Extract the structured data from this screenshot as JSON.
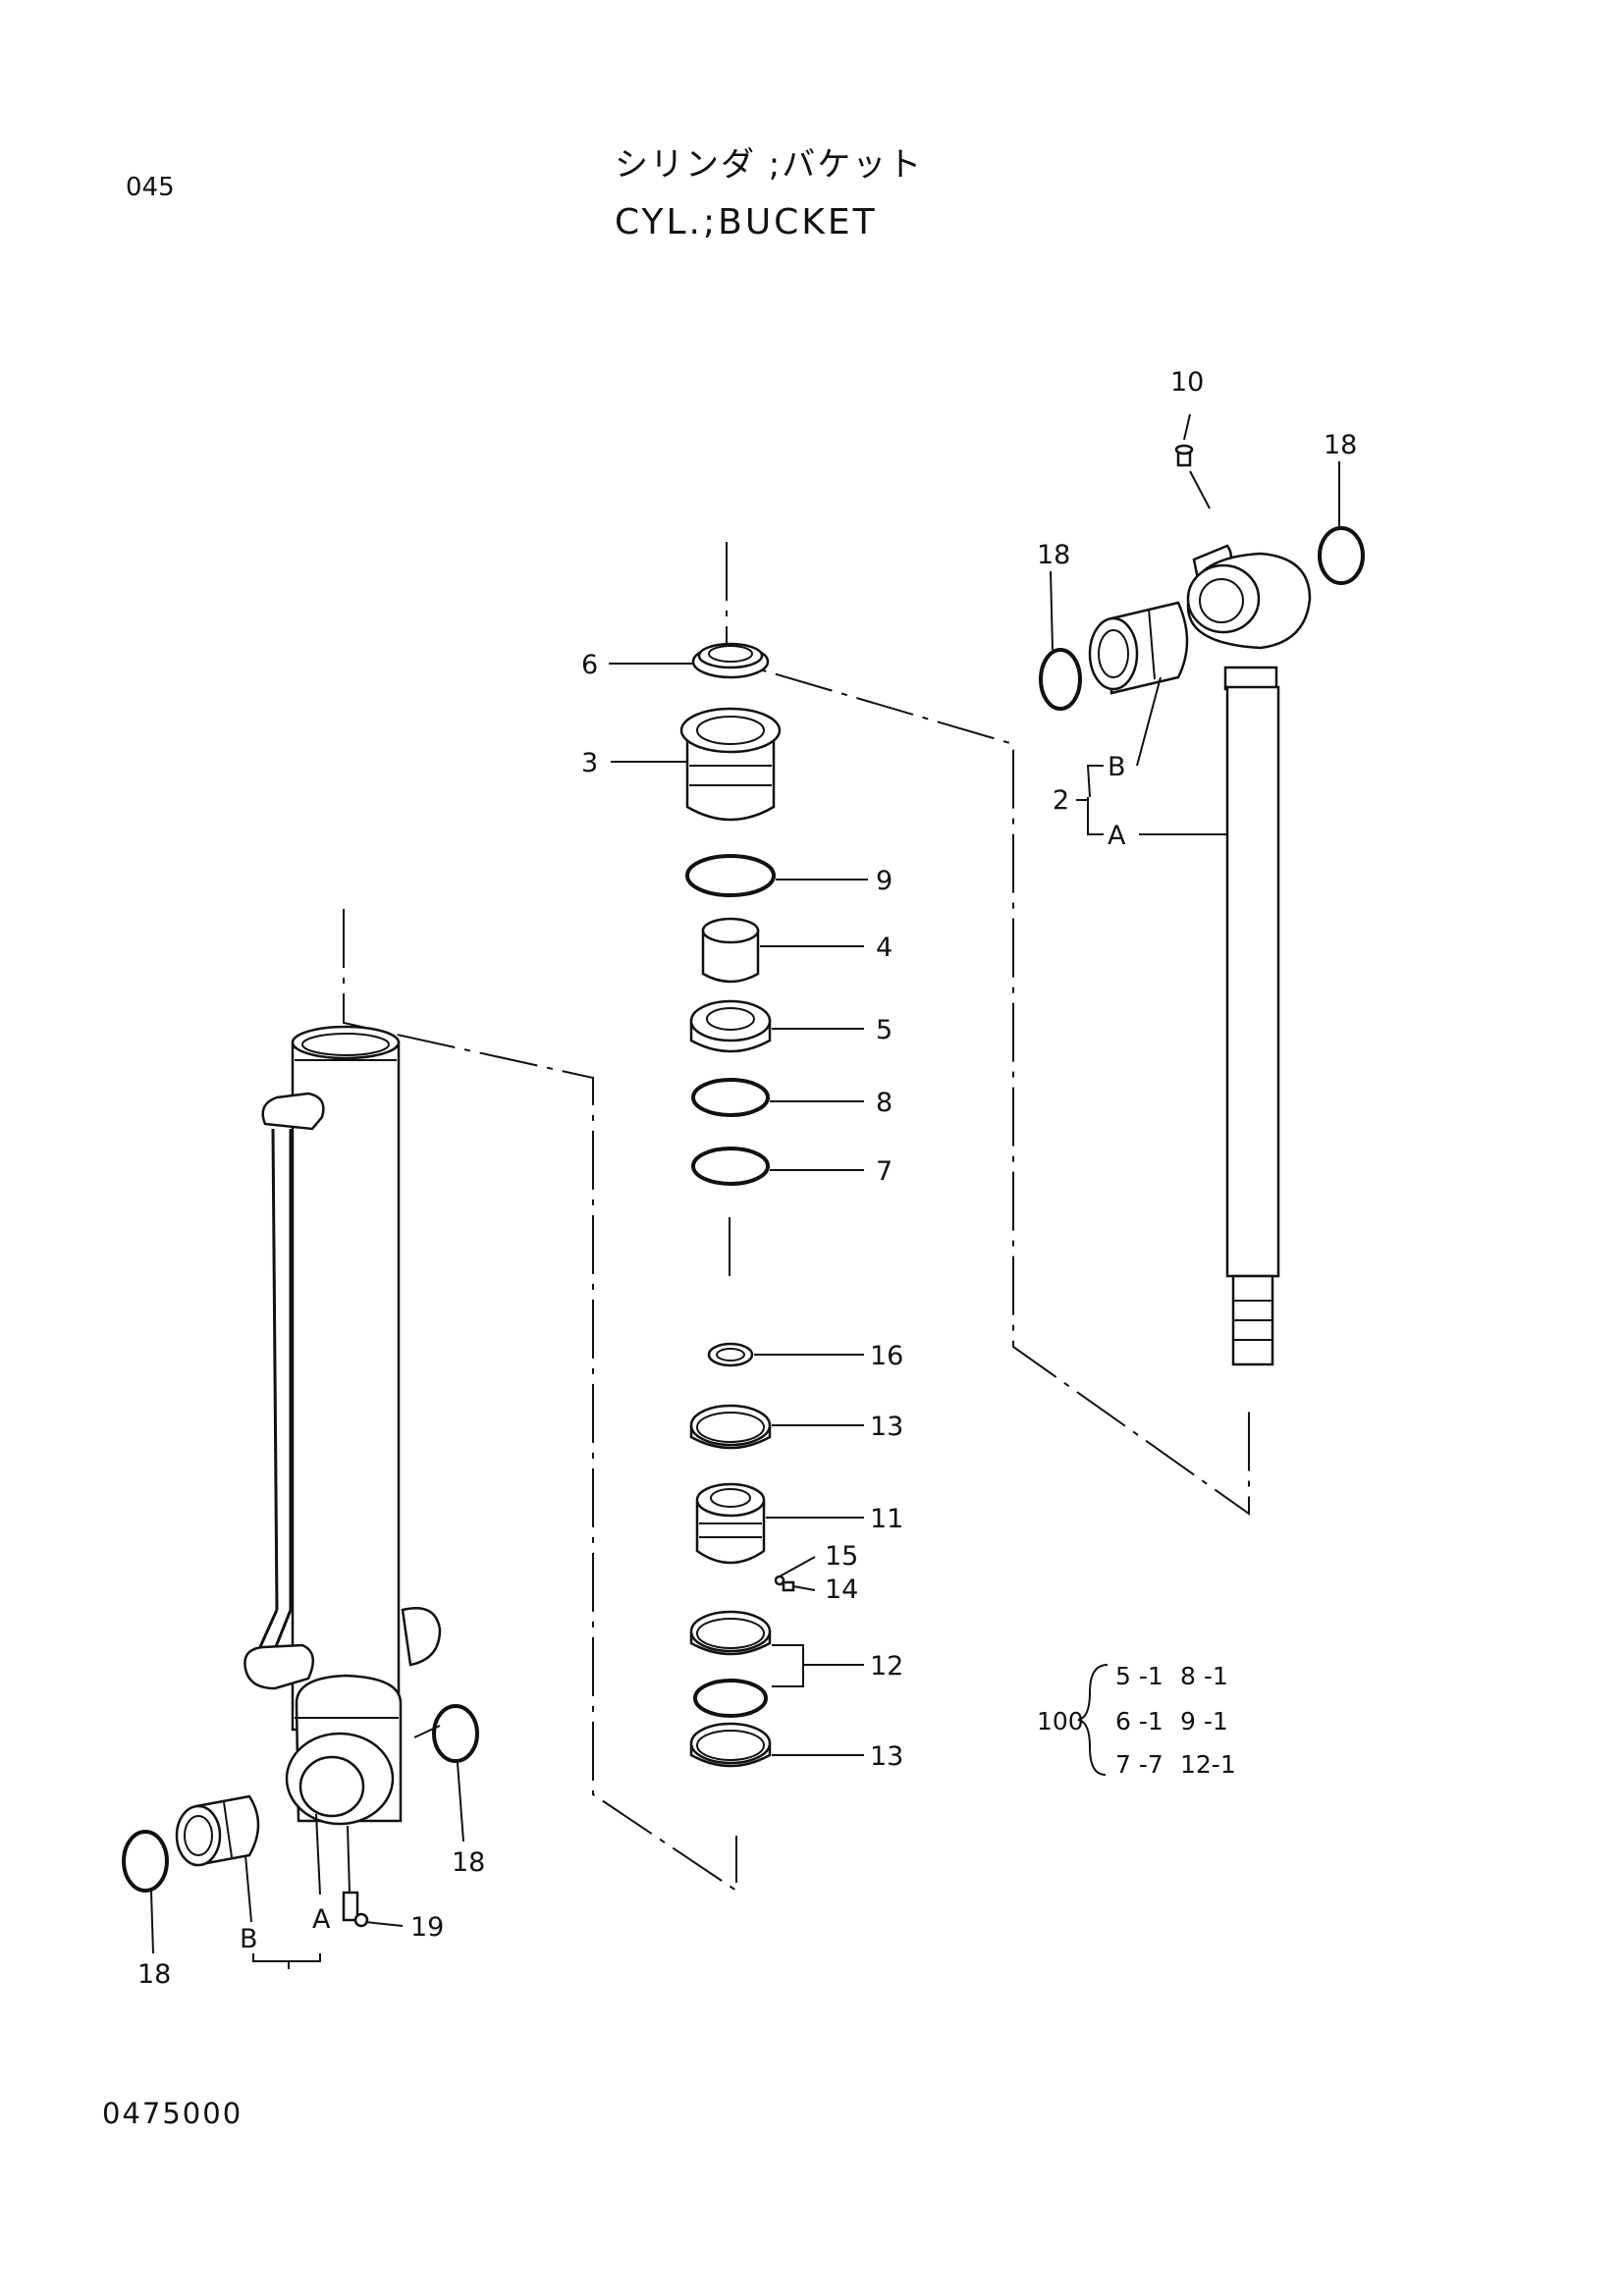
{
  "header": {
    "page_code": "045",
    "title_jp": "シリンダ ;バケット",
    "title_en": "CYL.;BUCKET"
  },
  "footer": {
    "drawing_code": "0475000"
  },
  "callouts": {
    "p10": "10",
    "p18_top_right": "18",
    "p18_top_left": "18",
    "p6": "6",
    "p3": "3",
    "p9": "9",
    "p4": "4",
    "p5": "5",
    "p8": "8",
    "p7": "7",
    "p16": "16",
    "p13_upper": "13",
    "p11": "11",
    "p15": "15",
    "p14": "14",
    "p12": "12",
    "p13_lower": "13",
    "p2": "2",
    "p2_b": "B",
    "p2_a": "A",
    "p18_lower_mid": "18",
    "p18_lower_left": "18",
    "p19": "19",
    "p1_b": "B",
    "p1_a": "A"
  },
  "kit": {
    "label": "100",
    "rows": [
      [
        "5 -1",
        "8 -1"
      ],
      [
        "6 -1",
        "9 -1"
      ],
      [
        "7 -7",
        "12-1"
      ]
    ]
  }
}
